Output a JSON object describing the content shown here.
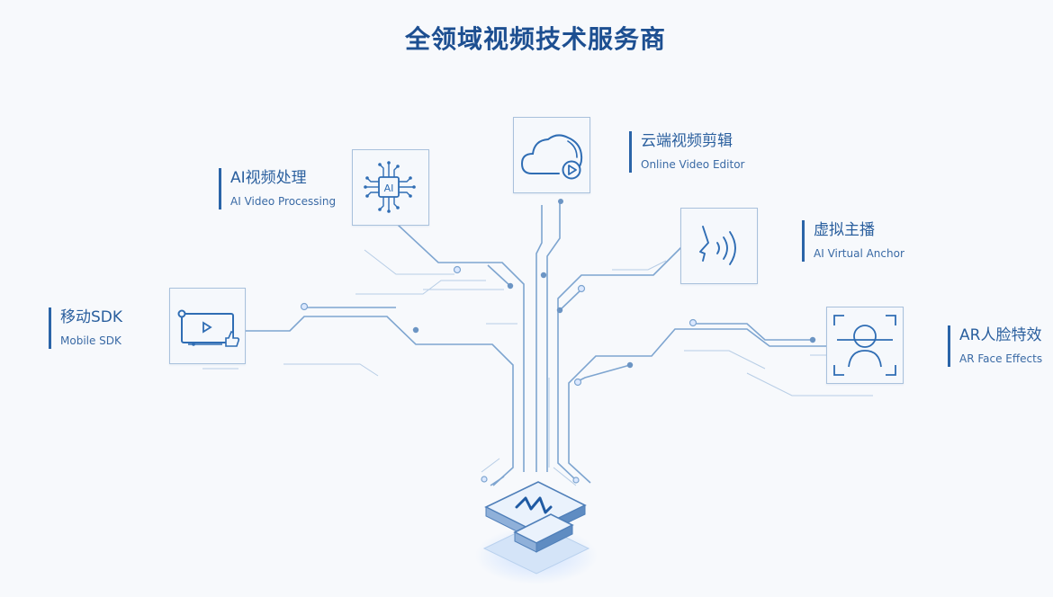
{
  "header": {
    "title": "全领域视频技术服务商"
  },
  "nodes": {
    "mobile_sdk": {
      "zh": "移动SDK",
      "en": "Mobile SDK",
      "icon": "video-thumbs-up-icon"
    },
    "ai_video": {
      "zh": "AI视频处理",
      "en": "AI Video Processing",
      "icon": "ai-chip-icon",
      "chip_text": "AI"
    },
    "cloud_editor": {
      "zh": "云端视频剪辑",
      "en": "Online Video Editor",
      "icon": "cloud-play-icon"
    },
    "virtual_anchor": {
      "zh": "虚拟主播",
      "en": "AI Virtual Anchor",
      "icon": "voice-broadcast-icon"
    },
    "ar_face": {
      "zh": "AR人脸特效",
      "en": "AR Face Effects",
      "icon": "face-scan-icon"
    }
  },
  "hub": {
    "icon": "brand-m-logo-icon"
  },
  "colors": {
    "title": "#1d4f91",
    "accent": "#2a64a8",
    "line": "#7ea5d0",
    "line_faint": "#c9dbee"
  }
}
